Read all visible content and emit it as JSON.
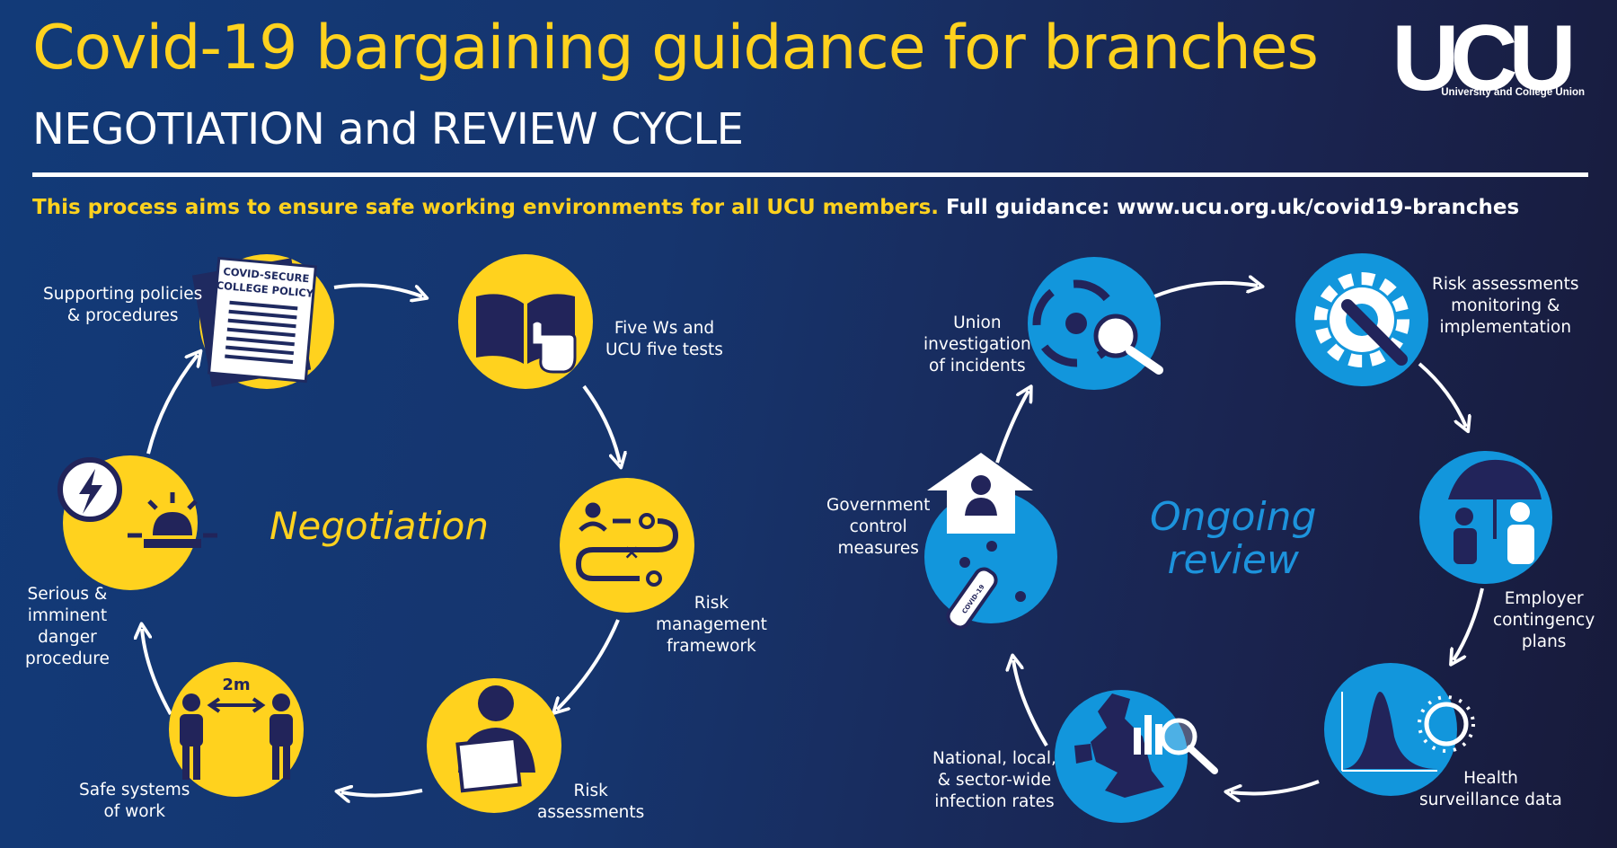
{
  "header": {
    "title": "Covid-19 bargaining guidance for branches",
    "subtitle": "NEGOTIATION and REVIEW CYCLE",
    "intro_highlight": "This process aims to ensure safe working environments for all UCU members.",
    "intro_link": "Full guidance: www.ucu.org.uk/covid19-branches"
  },
  "logo": {
    "mark": "UCU",
    "tagline": "University and College Union"
  },
  "negotiation": {
    "title": "Negotiation",
    "policy_doc_line1": "COVID-SECURE",
    "policy_doc_line2": "COLLEGE POLICY",
    "distance_label": "2m",
    "steps": [
      {
        "line1": "Supporting policies",
        "line2": "& procedures",
        "icon": "policy-document-icon"
      },
      {
        "line1": "Five Ws and",
        "line2": "UCU five tests",
        "icon": "book-pointer-icon"
      },
      {
        "line1": "Risk",
        "line2": "management",
        "line3": "framework",
        "icon": "workflow-icon"
      },
      {
        "line1": "Risk",
        "line2": "assessments",
        "icon": "person-clipboard-icon"
      },
      {
        "line1": "Safe systems",
        "line2": "of work",
        "icon": "social-distance-icon"
      },
      {
        "line1": "Serious &",
        "line2": "imminent",
        "line3": "danger",
        "line4": "procedure",
        "icon": "danger-alarm-icon"
      }
    ]
  },
  "review": {
    "title_line1": "Ongoing",
    "title_line2": "review",
    "test_tube_label": "COVID-19",
    "steps": [
      {
        "line1": "Union",
        "line2": "investigation",
        "line3": "of incidents",
        "icon": "biohazard-search-icon"
      },
      {
        "line1": "Risk assessments",
        "line2": "monitoring &",
        "line3": "implementation",
        "icon": "gear-wrench-icon"
      },
      {
        "line1": "Employer",
        "line2": "contingency",
        "line3": "plans",
        "icon": "umbrella-people-icon"
      },
      {
        "line1": "Health",
        "line2": "surveillance data",
        "icon": "virus-curve-icon"
      },
      {
        "line1": "National, local,",
        "line2": "& sector-wide",
        "line3": "infection rates",
        "icon": "uk-map-chart-icon"
      },
      {
        "line1": "Government",
        "line2": "control",
        "line3": "measures",
        "icon": "house-test-tube-icon"
      }
    ]
  },
  "colors": {
    "yellow": "#ffd21e",
    "light_blue": "#1296dc",
    "navy": "#22245a",
    "white": "#ffffff"
  }
}
